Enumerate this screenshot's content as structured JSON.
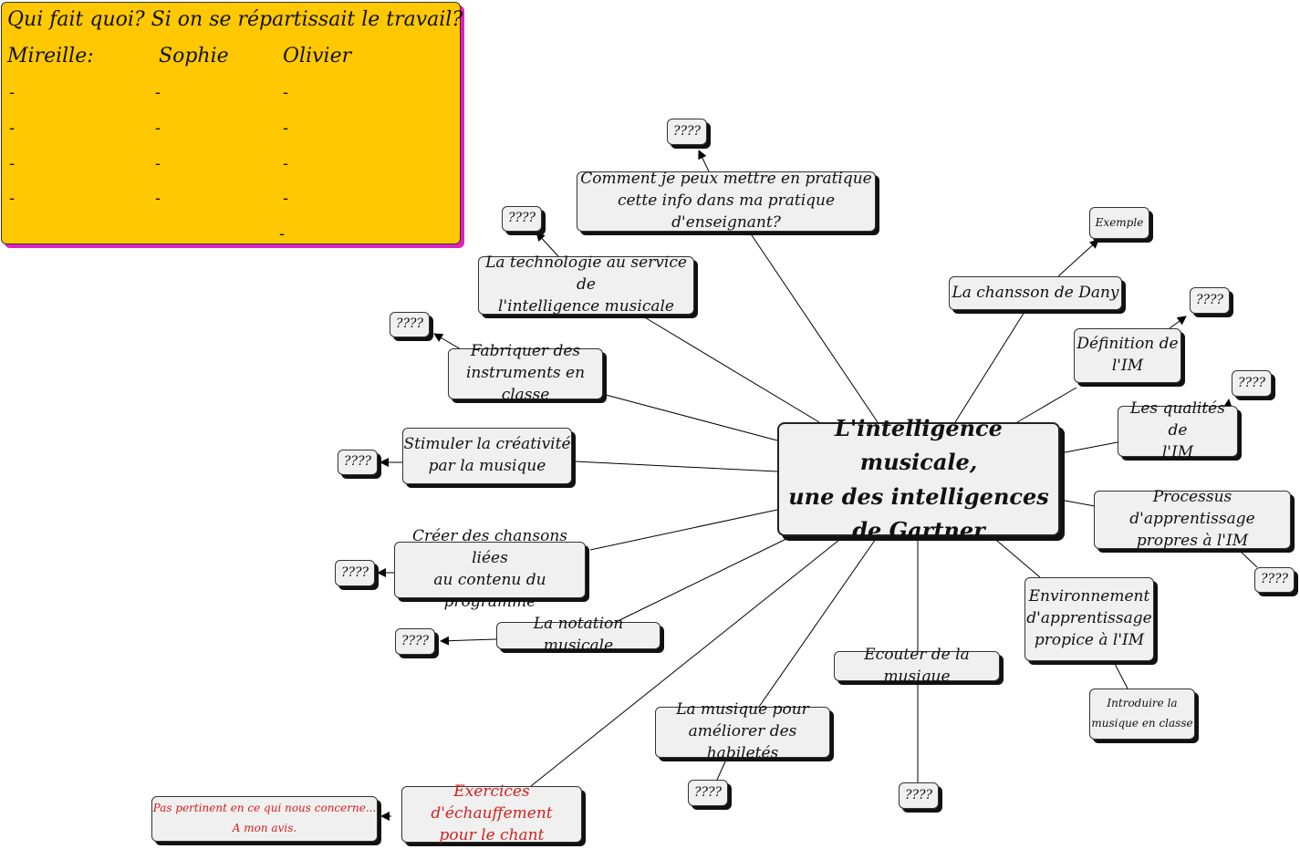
{
  "note": {
    "title": "Qui fait quoi? Si on se répartissait le travail?",
    "columns": [
      "Mireille:",
      "Sophie",
      "Olivier"
    ],
    "dash": "-"
  },
  "central": {
    "line1": "L'intelligence musicale,",
    "line2": "une des intelligences",
    "line3": "de Gartner"
  },
  "nodes": {
    "comment": [
      "Comment je peux mettre en pratique",
      "cette info dans ma pratique d'enseignant?"
    ],
    "technologie": [
      "La technologie au service de",
      "l'intelligence musicale"
    ],
    "fabriquer": [
      "Fabriquer des",
      "instruments en classe"
    ],
    "stimuler": [
      "Stimuler la créativité",
      "par la musique"
    ],
    "creer": [
      "Créer des chansons liées",
      "au contenu du programme"
    ],
    "notation": "La notation musicale",
    "exercices": [
      "Exercices d'échauffement",
      "pour le chant"
    ],
    "pertinent": [
      "Pas pertinent en ce qui nous concerne...",
      "A mon avis."
    ],
    "ameliorer": [
      "La musique pour",
      "améliorer des habiletés"
    ],
    "ecouter": "Ecouter de la musique",
    "environnement": [
      "Environnement",
      "d'apprentissage",
      "propice à l'IM"
    ],
    "introduire": [
      "Introduire la",
      "musique en classe"
    ],
    "processus": [
      "Processus d'apprentissage",
      "propres à l'IM"
    ],
    "qualites": [
      "Les qualités de",
      "l'IM"
    ],
    "definition": [
      "Définition de",
      "l'IM"
    ],
    "chansson": "La chansson de Dany",
    "exemple": "Exemple"
  },
  "placeholder": "????"
}
